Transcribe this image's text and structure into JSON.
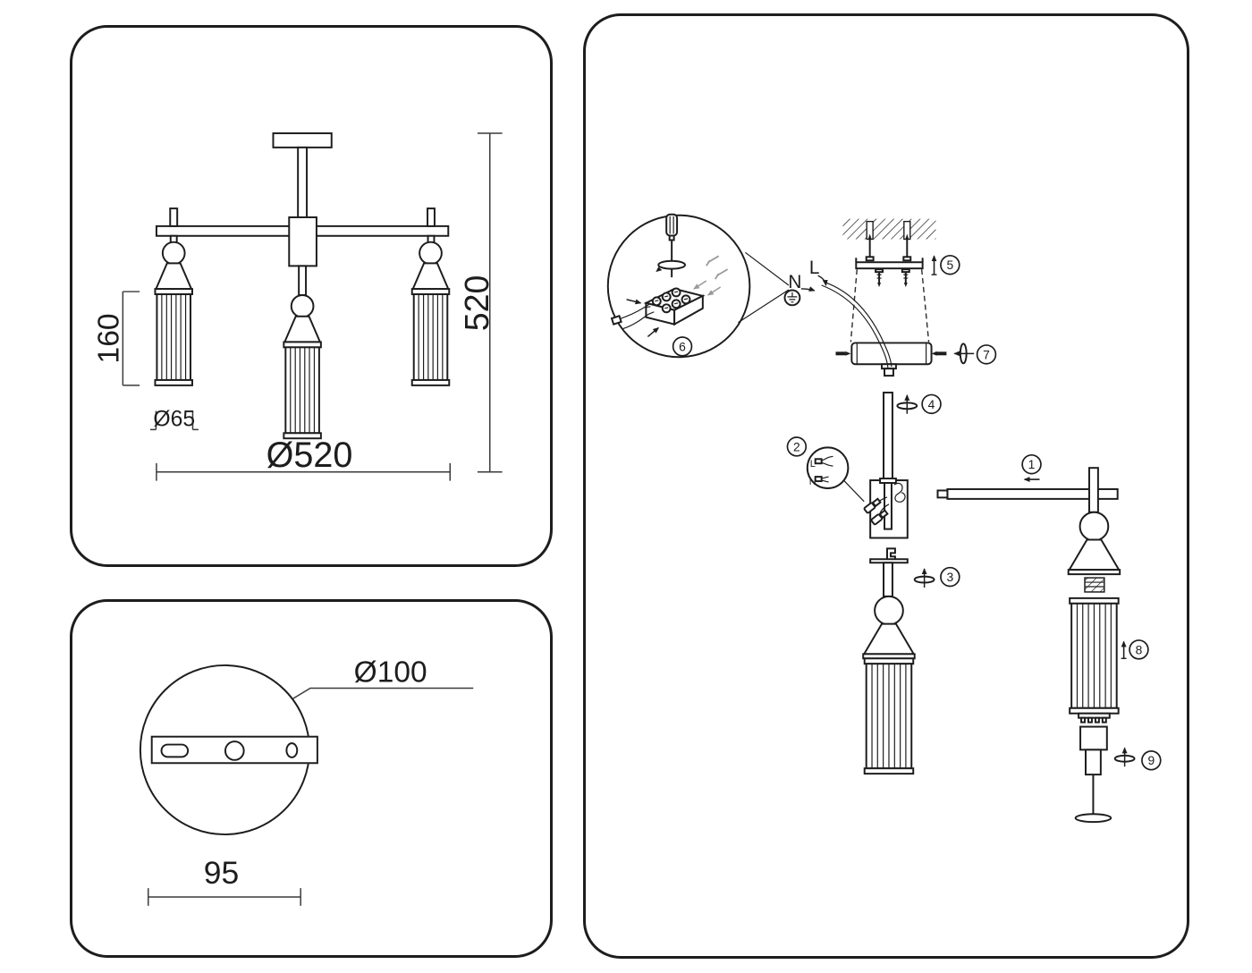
{
  "page": {
    "background": "#ffffff",
    "line_color": "#1d1d1d"
  },
  "front_view": {
    "shade_height": "160",
    "shade_diameter": "Ø65",
    "fixture_diameter": "Ø520",
    "fixture_height": "520"
  },
  "canopy_view": {
    "canopy_diameter": "Ø100",
    "hole_spacing": "95"
  },
  "assembly": {
    "wiring": {
      "neutral": "N",
      "live": "L"
    },
    "connector_detail": {
      "live": "L",
      "neutral": "N"
    },
    "steps": {
      "s1": "1",
      "s2": "2",
      "s3": "3",
      "s4": "4",
      "s5": "5",
      "s6": "6",
      "s7": "7",
      "s8": "8",
      "s9": "9"
    }
  }
}
